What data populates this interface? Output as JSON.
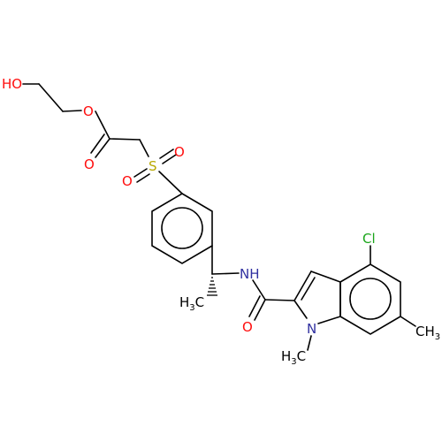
{
  "molecule": {
    "colors": {
      "oxygen": "#ff0d0d",
      "sulfur": "#b8a800",
      "nitrogen": "#3030a0",
      "chlorine": "#1aa51a",
      "carbon": "#000000"
    },
    "atoms": {
      "hydroxyl_o": {
        "text": "HO",
        "element": "oxygen"
      },
      "ester_o": {
        "text": "O",
        "element": "oxygen"
      },
      "carbonyl_o": {
        "text": "O",
        "element": "oxygen"
      },
      "sulfur": {
        "text": "S",
        "element": "sulfur"
      },
      "sulfonyl_o_right": {
        "text": "O",
        "element": "oxygen"
      },
      "sulfonyl_o_left": {
        "text": "O",
        "element": "oxygen"
      },
      "amide_nh": {
        "text": "NH",
        "element": "nitrogen"
      },
      "methyl_ch3_left": {
        "text": "H3C",
        "element": "carbon"
      },
      "amide_o": {
        "text": "O",
        "element": "oxygen"
      },
      "chlorine": {
        "text": "Cl",
        "element": "chlorine"
      },
      "methyl_ch3_right": {
        "text": "CH3",
        "element": "carbon"
      },
      "indole_n": {
        "text": "N",
        "element": "nitrogen"
      },
      "methyl_ch3_n": {
        "text": "H3C",
        "element": "carbon"
      }
    }
  }
}
